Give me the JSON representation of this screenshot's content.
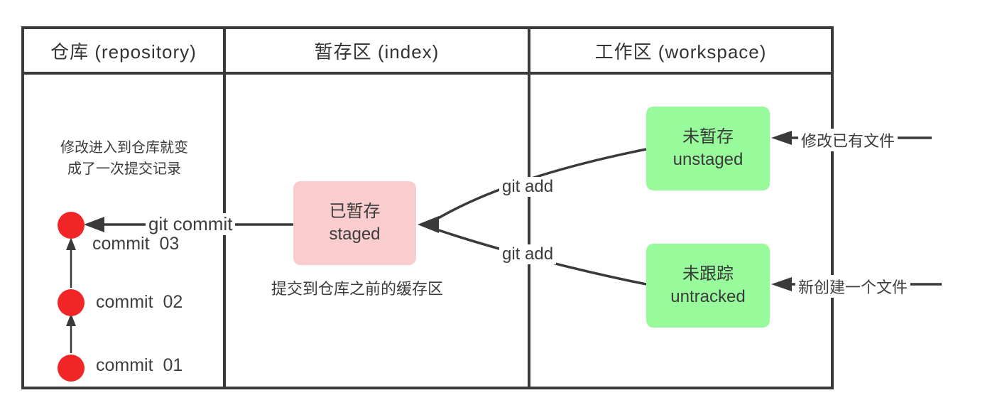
{
  "colors": {
    "line": "#3a3a3a",
    "text": "#3c3c3c",
    "commit_red": "#f12525",
    "staged_pink": "#f9cdcd",
    "workspace_green": "#97fa9b"
  },
  "columns": [
    {
      "id": "repository",
      "title": "仓库 (repository)"
    },
    {
      "id": "index",
      "title": "暂存区 (index)"
    },
    {
      "id": "workspace",
      "title": "工作区 (workspace)"
    }
  ],
  "repository": {
    "note": "修改进入到仓库就变\n成了一次提交记录",
    "commits": [
      {
        "label": "commit  03"
      },
      {
        "label": "commit  02"
      },
      {
        "label": "commit  01"
      }
    ]
  },
  "index": {
    "staged_box": "已暂存\nstaged",
    "caption": "提交到仓库之前的缓存区"
  },
  "workspace": {
    "unstaged_box": "未暂存\nunstaged",
    "untracked_box": "未跟踪\nuntracked"
  },
  "arrows": {
    "git_commit": "git commit",
    "git_add_upper": "git add",
    "git_add_lower": "git add",
    "modify_existing": "修改已有文件",
    "create_new": "新创建一个文件"
  }
}
